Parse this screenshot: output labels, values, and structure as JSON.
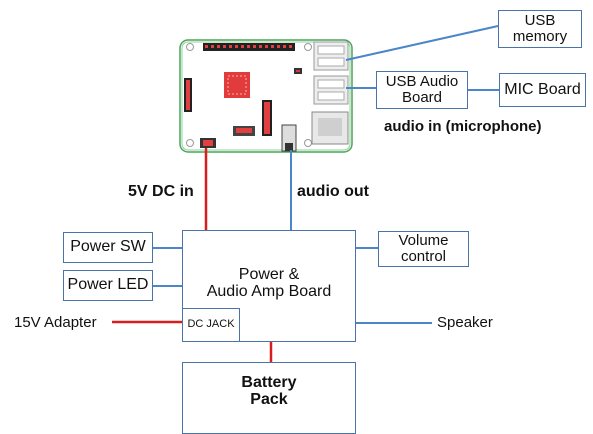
{
  "boxes": {
    "usb_memory": [
      "USB",
      "memory"
    ],
    "usb_audio_board": [
      "USB Audio",
      "Board"
    ],
    "mic_board": "MIC Board",
    "power_sw": "Power SW",
    "power_led": "Power LED",
    "volume_control": [
      "Volume",
      "control"
    ],
    "power_amp_board": [
      "Power &",
      "Audio Amp Board"
    ],
    "dc_jack": "DC JACK",
    "battery_pack": [
      "Battery",
      "Pack"
    ]
  },
  "labels": {
    "dc_in": "5V DC in",
    "audio_out": "audio out",
    "audio_in": "audio in (microphone)",
    "adapter": "15V Adapter",
    "speaker": "Speaker"
  },
  "colors": {
    "box_border": "#4a73a8",
    "blue_line": "#4a86c8",
    "red_line": "#d81e1e",
    "board_green": "#2fa03e"
  }
}
